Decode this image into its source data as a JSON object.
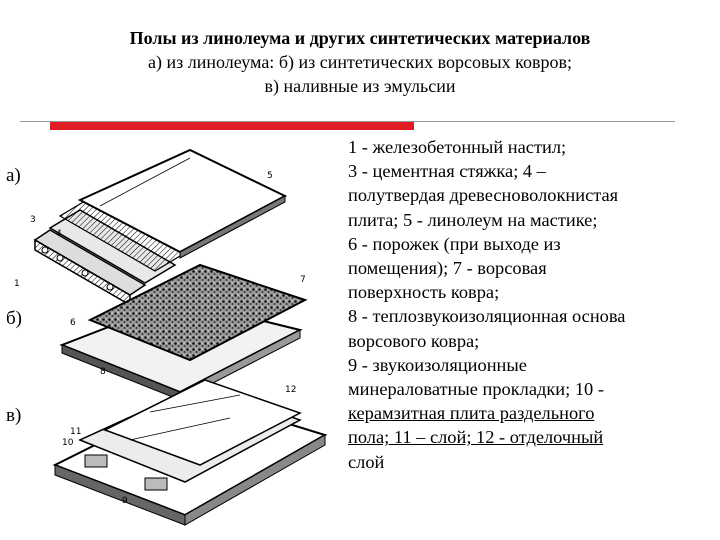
{
  "title": {
    "line1": "Полы из линолеума и других синтетических материалов",
    "line2": "а) из линолеума: б) из синтетических ворсовых ковров;",
    "line3": "в) наливные из эмульсии"
  },
  "figure_labels": [
    "а)",
    "б)",
    "в)"
  ],
  "diagram_numbers": {
    "a": [
      "5",
      "3",
      "4",
      "1"
    ],
    "b": [
      "6",
      "7",
      "8"
    ],
    "c": [
      "12",
      "11",
      "10",
      "9"
    ]
  },
  "legend_lines": [
    "1 - железобетонный настил;",
    "3 - цементная стяжка; 4 –",
    "полутвердая древесноволокнистая",
    "плита; 5 - линолеум на мастике;",
    "6 - порожек (при выходе из",
    "помещения); 7 - ворсовая",
    "поверхность ковра;",
    "8 - теплозвукоизоляционная основа",
    "ворсового ковра;",
    "9 - звукоизоляционные",
    "минераловатные прокладки; 10 -",
    "керамзитная плита раздельного",
    "пола; 11 – слой; 12 - отделочный",
    "слой"
  ],
  "colors": {
    "accent_red": "#e01c24",
    "rule_gray": "#9a9a9a"
  }
}
